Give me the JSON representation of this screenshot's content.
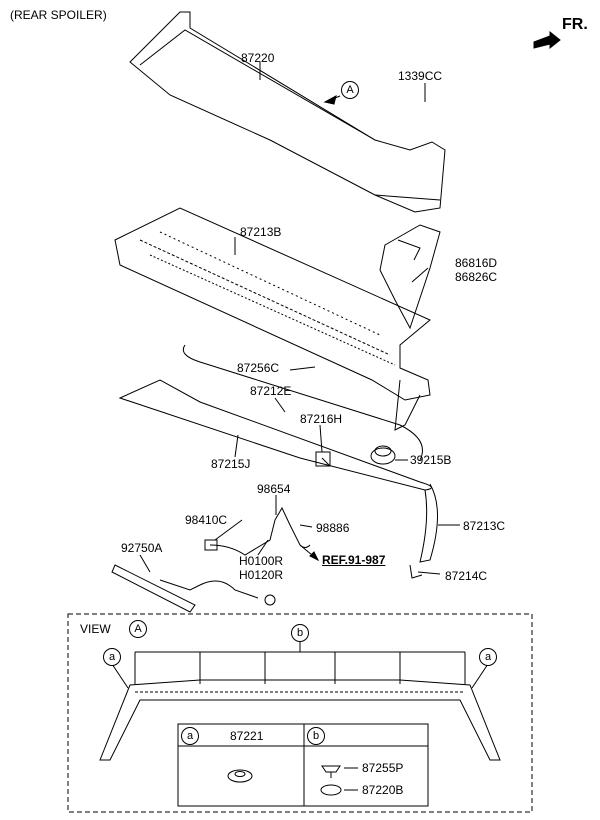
{
  "header": {
    "title": "(REAR SPOILER)",
    "direction": "FR."
  },
  "reference": "REF.91-987",
  "view": {
    "label": "VIEW",
    "marker": "A"
  },
  "callouts": {
    "a": "a",
    "b": "b"
  },
  "parts": {
    "p87220": "87220",
    "p1339CC": "1339CC",
    "p87213B": "87213B",
    "p86816D": "86816D",
    "p86826C": "86826C",
    "p87256C": "87256C",
    "p87212E": "87212E",
    "p87216H": "87216H",
    "p39215B": "39215B",
    "p87215J": "87215J",
    "p98654": "98654",
    "p98410C": "98410C",
    "p98886": "98886",
    "p92750A": "92750A",
    "pH0100R": "H0100R",
    "pH0120R": "H0120R",
    "p87213C": "87213C",
    "p87214C": "87214C"
  },
  "legend": {
    "a_part": "87221",
    "b_part_1": "87255P",
    "b_part_2": "87220B"
  }
}
